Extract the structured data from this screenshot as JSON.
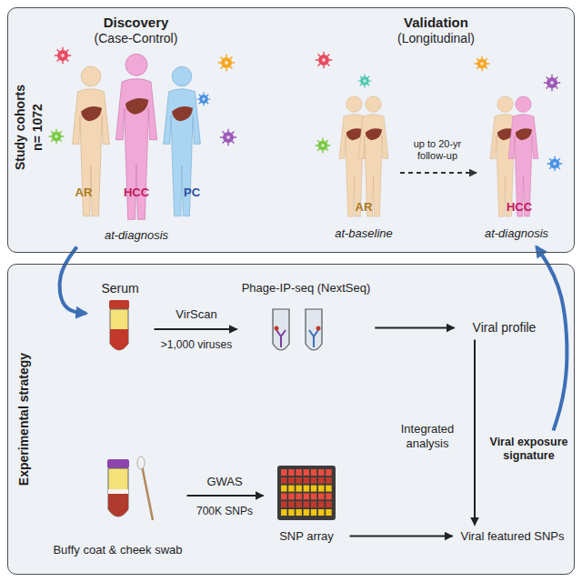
{
  "diagram": {
    "nodes": [
      {
        "text": [
          "Study cohorts",
          "n= 1072"
        ]
      },
      {
        "text": [
          "Discovery",
          "(Case-Control)"
        ],
        "in": 0
      },
      {
        "text": [
          "Validation",
          "(Longitudinal)"
        ],
        "in": 0
      },
      {
        "text": [
          "Experimental strategy"
        ]
      },
      {
        "text": [
          "Serum"
        ],
        "in": 3
      },
      {
        "text": [
          "Phage-IP-seq (NextSeq)"
        ],
        "in": 3
      },
      {
        "text": [
          "Viral profile"
        ],
        "in": 3
      },
      {
        "text": [
          "Viral exposure signature"
        ],
        "in": 3
      },
      {
        "text": [
          "Buffy coat & cheek swab"
        ],
        "in": 3
      },
      {
        "text": [
          "SNP array"
        ],
        "in": 3
      },
      {
        "text": [
          "Viral featured SNPs"
        ],
        "in": 3
      }
    ],
    "edges": [
      {
        "from": 1,
        "to": 4,
        "arrow": "to"
      },
      {
        "from": 4,
        "to": 5,
        "label": "VirScan",
        "arrow": "to"
      },
      {
        "from": 5,
        "to": 6,
        "arrow": "to"
      },
      {
        "from": 6,
        "to": 10,
        "label": "Integrated analysis",
        "arrow": "to"
      },
      {
        "from": 8,
        "to": 9,
        "label": "GWAS",
        "arrow": "to"
      },
      {
        "from": 9,
        "to": 10,
        "arrow": "to"
      },
      {
        "from": 7,
        "to": 2,
        "arrow": "to"
      }
    ],
    "labels": [
      "AR",
      "HCC",
      "PC",
      "at-diagnosis",
      "AR",
      "HCC",
      "at-baseline",
      "at-diagnosis",
      "up to 20-yr follow-up",
      ">1,000 viruses",
      "700K SNPs"
    ]
  }
}
